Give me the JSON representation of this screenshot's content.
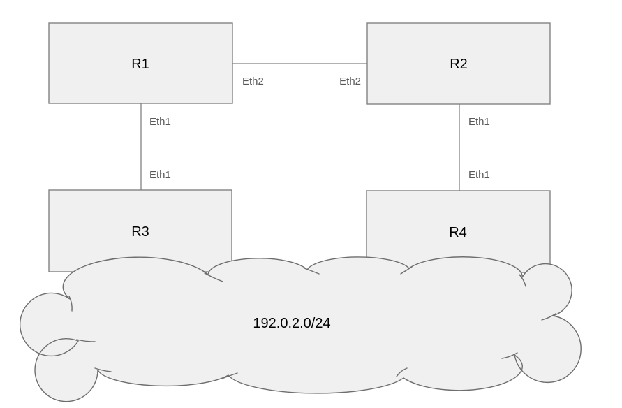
{
  "diagram": {
    "type": "network-topology",
    "background_color": "#ffffff",
    "node_fill_color": "#f0f0f0",
    "node_border_color": "#828282",
    "edge_color": "#828282",
    "node_label_color": "#000000",
    "port_label_color": "#595959",
    "cloud_outline_color": "#6e6e6e",
    "nodes": [
      {
        "id": "r1",
        "label": "R1"
      },
      {
        "id": "r2",
        "label": "R2"
      },
      {
        "id": "r3",
        "label": "R3"
      },
      {
        "id": "r4",
        "label": "R4"
      }
    ],
    "links": [
      {
        "from": "R1",
        "to": "R2",
        "from_port": "Eth2",
        "to_port": "Eth2"
      },
      {
        "from": "R1",
        "to": "R3",
        "from_port": "Eth1",
        "to_port": "Eth1"
      },
      {
        "from": "R2",
        "to": "R4",
        "from_port": "Eth1",
        "to_port": "Eth1"
      }
    ],
    "cloud": {
      "label": "192.0.2.0/24"
    }
  }
}
